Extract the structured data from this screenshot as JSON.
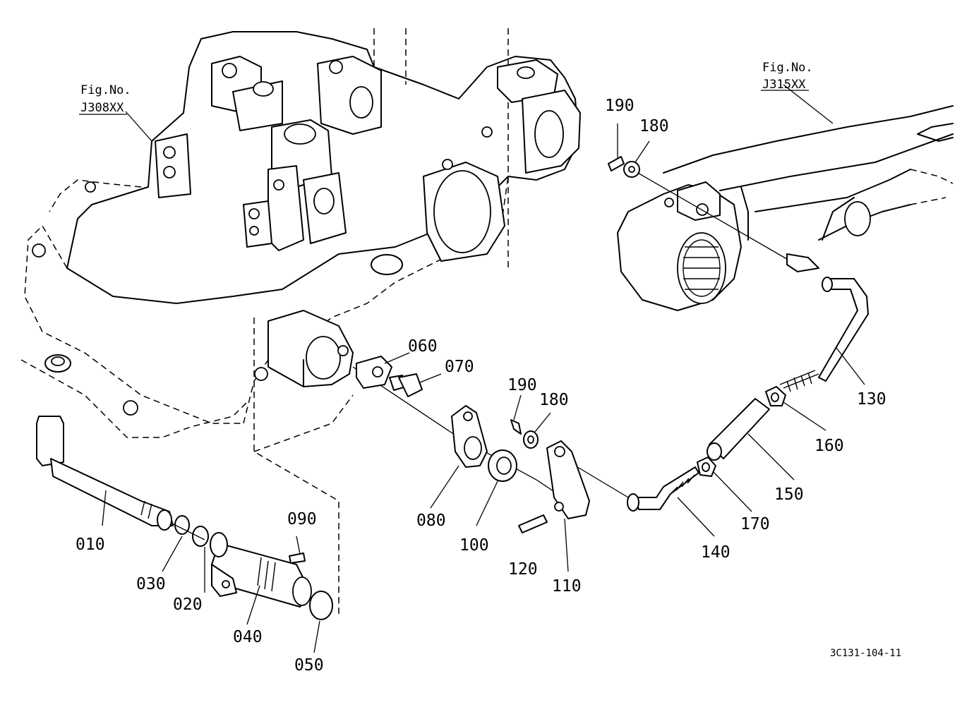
{
  "figure_refs": [
    {
      "line1": "Fig.No.",
      "line2": "J308XX"
    },
    {
      "line1": "Fig.No.",
      "line2": "J315XX"
    }
  ],
  "part_labels": {
    "p010": "010",
    "p020": "020",
    "p030": "030",
    "p040": "040",
    "p050": "050",
    "p060": "060",
    "p070": "070",
    "p080": "080",
    "p090": "090",
    "p100": "100",
    "p110": "110",
    "p120": "120",
    "p130": "130",
    "p140": "140",
    "p150": "150",
    "p160": "160",
    "p170": "170",
    "p180a": "180",
    "p190a": "190",
    "p180b": "180",
    "p190b": "190"
  },
  "drawing_code": "3C131-104-11"
}
